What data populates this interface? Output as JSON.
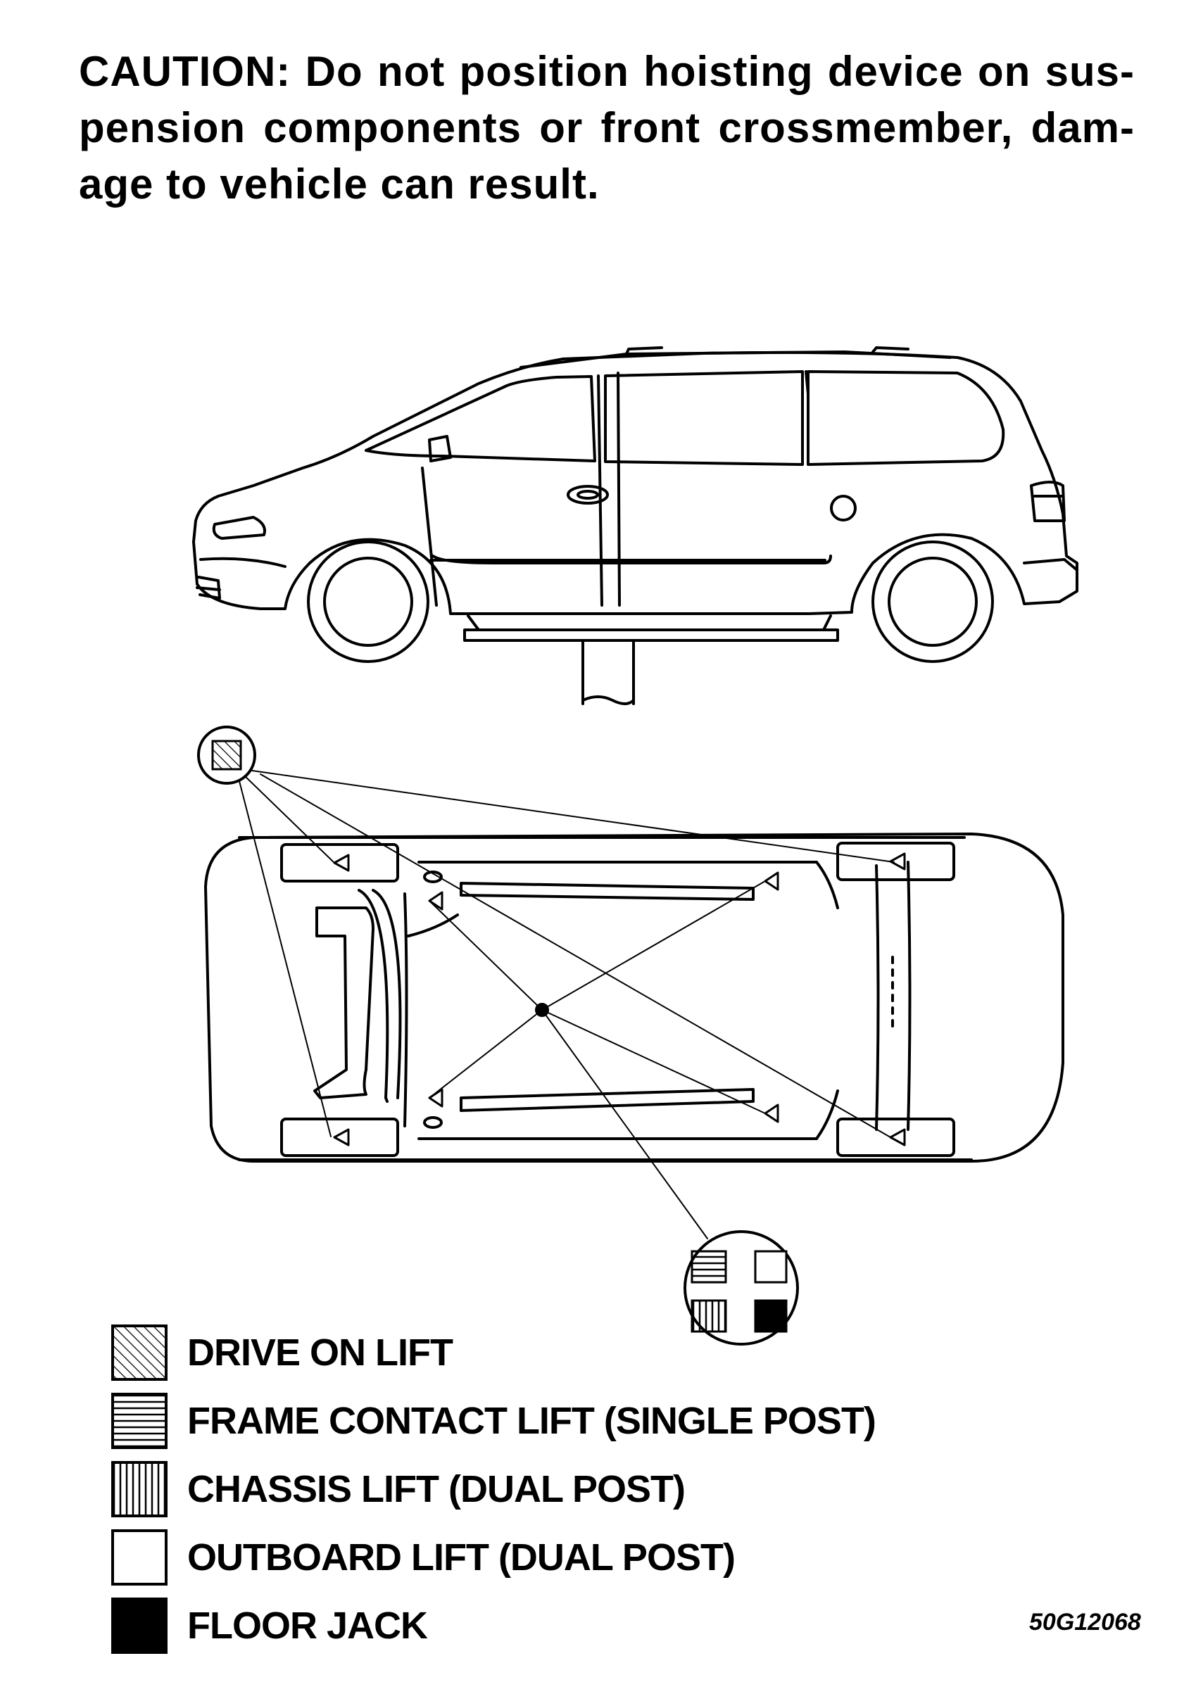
{
  "caution": {
    "line1": "CAUTION:  Do not position hoisting device on sus-",
    "line2": "pension  components  or  front  crossmember,  dam-",
    "line3": "age to vehicle can result."
  },
  "legend": [
    {
      "label": "DRIVE ON LIFT",
      "pattern": "diagonal-hatch"
    },
    {
      "label": "FRAME CONTACT LIFT (SINGLE POST)",
      "pattern": "horizontal-lines"
    },
    {
      "label": "CHASSIS LIFT (DUAL POST)",
      "pattern": "vertical-lines"
    },
    {
      "label": "OUTBOARD LIFT (DUAL POST)",
      "pattern": "empty"
    },
    {
      "label": "FLOOR JACK",
      "pattern": "solid-black"
    }
  ],
  "figure_id": "50G12068",
  "colors": {
    "ink": "#000000",
    "paper": "#ffffff"
  }
}
